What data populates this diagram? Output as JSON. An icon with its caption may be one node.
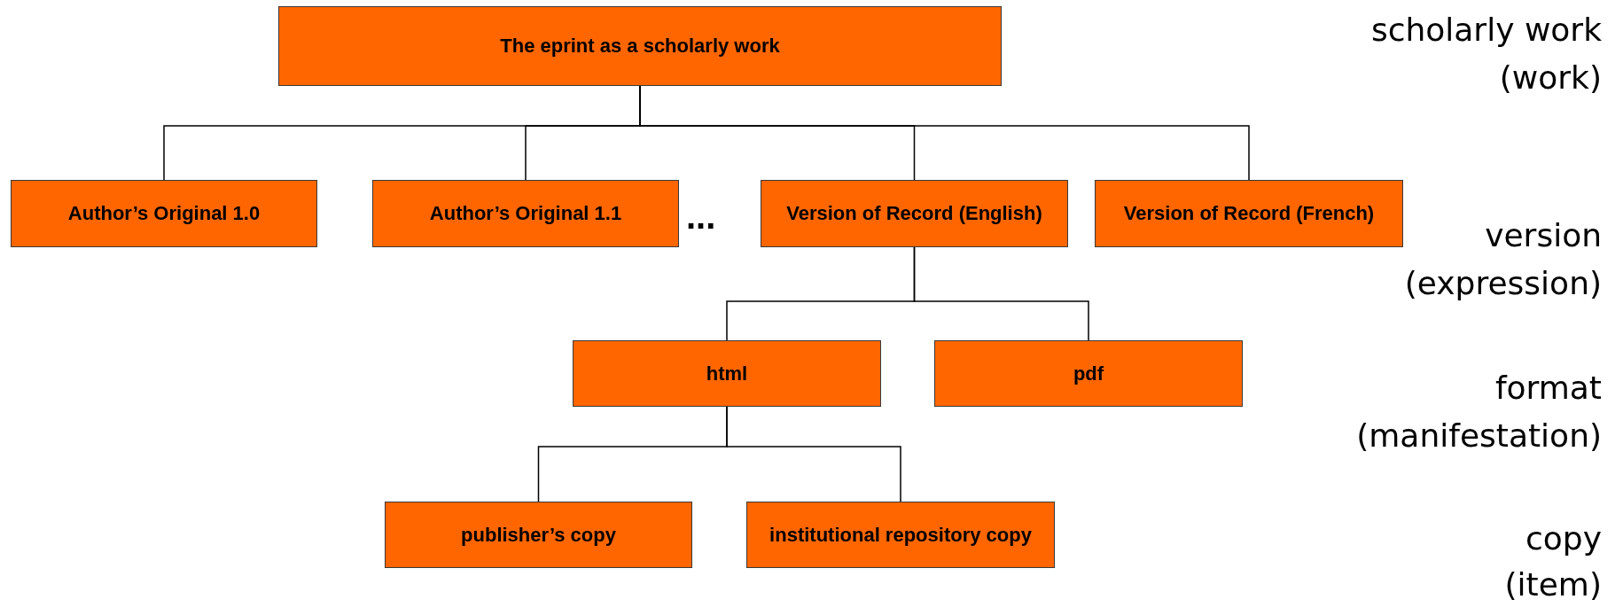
{
  "diagram": {
    "nodes": [
      {
        "text": [
          "The eprint as a scholarly work"
        ]
      },
      {
        "text": [
          "Author’s Original 1.0"
        ]
      },
      {
        "text": [
          "Author’s Original 1.1"
        ]
      },
      {
        "text": [
          "Version of Record (English)"
        ]
      },
      {
        "text": [
          "Version of Record (French)"
        ]
      },
      {
        "text": [
          "html"
        ]
      },
      {
        "text": [
          "pdf"
        ]
      },
      {
        "text": [
          "publisher’s copy"
        ]
      },
      {
        "text": [
          "institutional repository copy"
        ]
      }
    ],
    "edges": [
      {
        "from": 0,
        "to": 1,
        "arrow": "none"
      },
      {
        "from": 0,
        "to": 2,
        "arrow": "none"
      },
      {
        "from": 0,
        "to": 3,
        "arrow": "none"
      },
      {
        "from": 0,
        "to": 4,
        "arrow": "none"
      },
      {
        "from": 3,
        "to": 5,
        "arrow": "none"
      },
      {
        "from": 3,
        "to": 6,
        "arrow": "none"
      },
      {
        "from": 5,
        "to": 7,
        "arrow": "none"
      },
      {
        "from": 5,
        "to": 8,
        "arrow": "none"
      }
    ],
    "labels": [
      "scholarly work",
      "(work)",
      "...",
      "version",
      "(expression)",
      "format",
      "(manifestation)",
      "copy",
      "(item)"
    ]
  }
}
